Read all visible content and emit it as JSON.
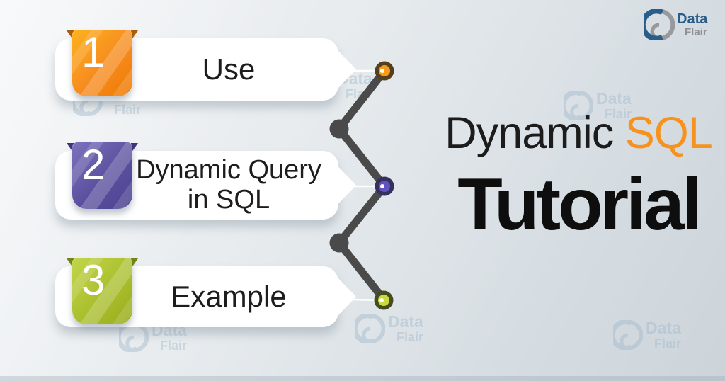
{
  "title": {
    "part1": "Dynamic",
    "part2": "SQL",
    "line2": "Tutorial",
    "accent_color": "#f6921e",
    "text_color": "#1c1c1c"
  },
  "steps": [
    {
      "number": "1",
      "label": "Use",
      "accent": "#f68b1f",
      "fold_color": "#ad5c06",
      "dot_color": "#f79b1d"
    },
    {
      "number": "2",
      "label": "Dynamic Query in SQL",
      "accent": "#5b509e",
      "fold_color": "#3e3478",
      "dot_color": "#5f53c2"
    },
    {
      "number": "3",
      "label": "Example",
      "accent": "#aabf2e",
      "fold_color": "#74821a",
      "dot_color": "#c9da3e"
    }
  ],
  "connector": {
    "line_color": "#4a4a4a",
    "node_color": "#4a4a4a"
  },
  "brand": {
    "data": "Data",
    "flair": "Flair",
    "blue": "#2a5d8a",
    "gray": "#8e9094"
  },
  "watermark": {
    "data": "Data",
    "flair": "Flair",
    "color": "#9db6cb"
  }
}
